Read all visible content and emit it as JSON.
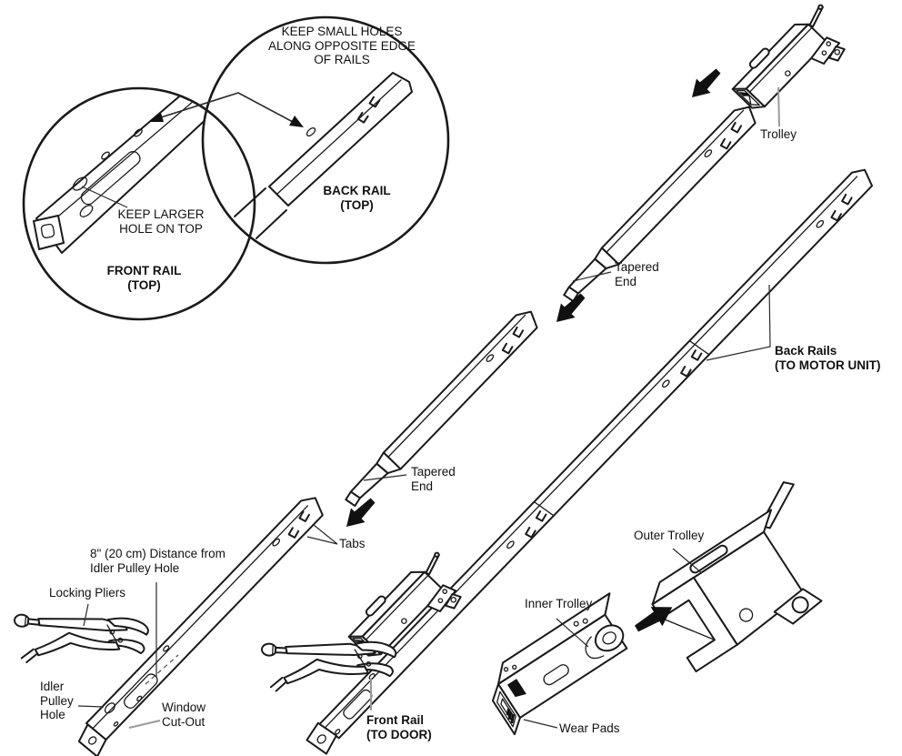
{
  "diagram": {
    "background": "#ffffff",
    "line_color": "#1a1a1a",
    "detail_circles": {
      "note_small_holes": "KEEP SMALL HOLES\nALONG OPPOSITE EDGE\nOF RAILS",
      "back_rail_caption": "BACK RAIL\n(TOP)",
      "note_larger_hole": "KEEP LARGER\nHOLE ON TOP",
      "front_rail_caption": "FRONT RAIL\n(TOP)"
    },
    "labels": {
      "trolley": "Trolley",
      "tapered_end_upper": "Tapered\nEnd",
      "back_rails": "Back Rails\n(TO MOTOR UNIT)",
      "tapered_end_lower": "Tapered\nEnd",
      "tabs": "Tabs",
      "distance_note": "8\" (20 cm) Distance from\nIdler Pulley Hole",
      "locking_pliers": "Locking Pliers",
      "idler_pulley_hole": "Idler\nPulley\nHole",
      "window_cutout": "Window\nCut-Out",
      "front_rail": "Front Rail\n(TO DOOR)",
      "inner_trolley": "Inner Trolley",
      "outer_trolley": "Outer Trolley",
      "wear_pads": "Wear Pads"
    }
  }
}
